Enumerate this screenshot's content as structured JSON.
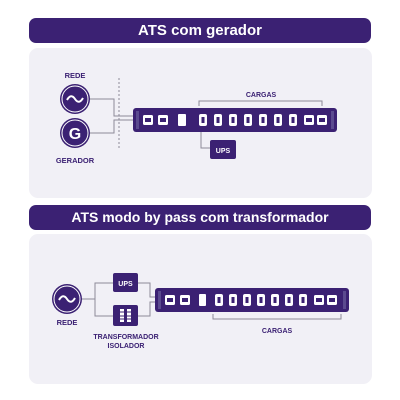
{
  "banner_1": {
    "title": "ATS com gerador"
  },
  "banner_2": {
    "title": "ATS modo by pass com transformador"
  },
  "diagram_1": {
    "source_label": "REDE",
    "generator_label": "GERADOR",
    "generator_glyph": "G",
    "ups_label": "UPS",
    "loads_label": "CARGAS",
    "colors": {
      "primary": "#3b2173",
      "panel": "#f1f0f6",
      "line": "#8d8a98"
    }
  },
  "diagram_2": {
    "source_label": "REDE",
    "ups_label": "UPS",
    "transformer_label_line1": "TRANSFORMADOR",
    "transformer_label_line2": "ISOLADOR",
    "loads_label": "CARGAS"
  }
}
